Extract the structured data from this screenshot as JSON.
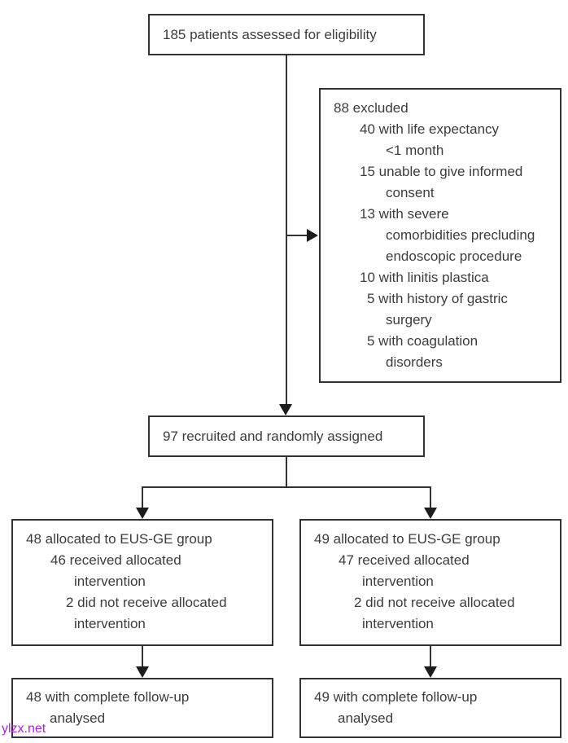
{
  "colors": {
    "line": "#333132",
    "arrowhead": "#1d1b1c",
    "text": "#3d3b3c",
    "watermark": "#aa22dd",
    "background": "#ffffff"
  },
  "watermark": "ylzx.net",
  "diagram": {
    "assessed": "185 patients assessed for eligibility",
    "excluded": {
      "lines": [
        "88 excluded",
        "40 with life expectancy",
        "<1 month",
        "15 unable to give informed",
        "consent",
        "13 with severe",
        "comorbidities precluding",
        "endoscopic procedure",
        "10 with linitis plastica",
        "5 with history of gastric",
        "surgery",
        "5 with coagulation",
        "disorders"
      ]
    },
    "recruited": "97 recruited and randomly assigned",
    "allocation_left": {
      "lines": [
        "48 allocated to EUS-GE group",
        "46 received allocated",
        "intervention",
        "2 did not receive allocated",
        "intervention"
      ]
    },
    "allocation_right": {
      "lines": [
        "49 allocated to EUS-GE group",
        "47 received allocated",
        "intervention",
        "2 did not receive allocated",
        "intervention"
      ]
    },
    "followup_left": {
      "lines": [
        "48 with complete follow-up",
        "analysed"
      ]
    },
    "followup_right": {
      "lines": [
        "49 with complete follow-up",
        "analysed"
      ]
    }
  }
}
